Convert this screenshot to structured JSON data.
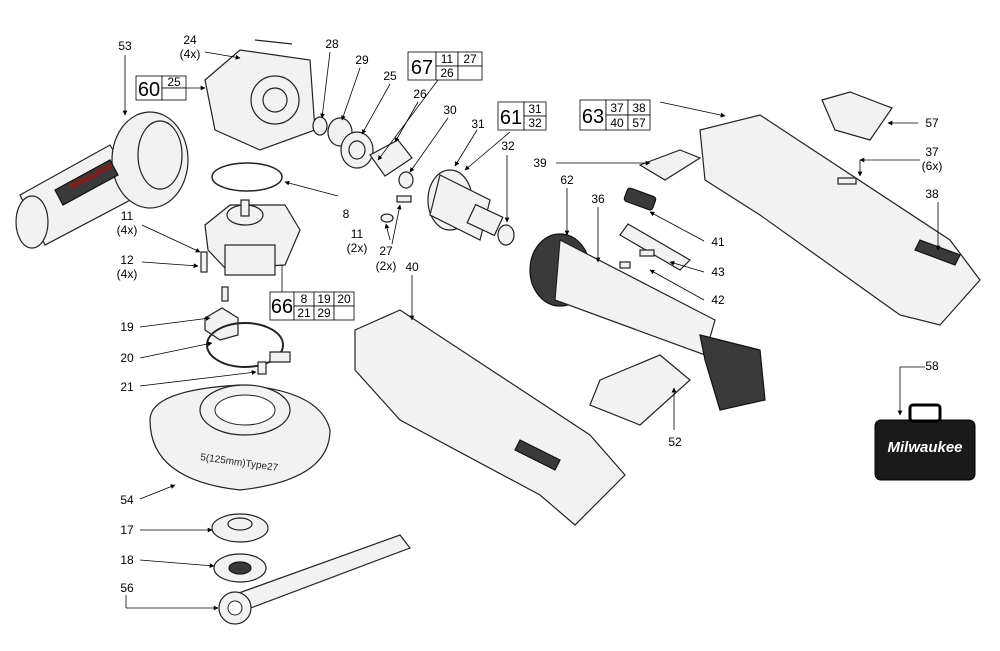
{
  "drawing": {
    "brand": "Milwaukee",
    "guard_marking": "5(125mm)Type27"
  },
  "callout_boxes": [
    {
      "main": "60",
      "items": [
        "25"
      ]
    },
    {
      "main": "67",
      "items": [
        "11",
        "27",
        "26"
      ]
    },
    {
      "main": "61",
      "items": [
        "31",
        "32"
      ]
    },
    {
      "main": "63",
      "items": [
        "37",
        "38",
        "40",
        "57"
      ]
    },
    {
      "main": "66",
      "items": [
        "8",
        "19",
        "20",
        "21",
        "29"
      ]
    }
  ],
  "labels": {
    "l53": "53",
    "l24": "24",
    "l24q": "(4x)",
    "l28": "28",
    "l29": "29",
    "l25": "25",
    "l26": "26",
    "l30": "30",
    "l31": "31",
    "l32": "32",
    "l39": "39",
    "l62": "62",
    "l36": "36",
    "l41": "41",
    "l43": "43",
    "l42": "42",
    "l57": "57",
    "l37": "37",
    "l37q": "(6x)",
    "l38": "38",
    "l58": "58",
    "l40": "40",
    "l52": "52",
    "l8": "8",
    "l11": "11",
    "l11q": "(4x)",
    "l12": "12",
    "l12q": "(4x)",
    "l19": "19",
    "l20": "20",
    "l21": "21",
    "l54": "54",
    "l17": "17",
    "l18": "18",
    "l56": "56",
    "l11b": "11",
    "l11bq": "(2x)",
    "l27": "27",
    "l27q": "(2x)"
  }
}
